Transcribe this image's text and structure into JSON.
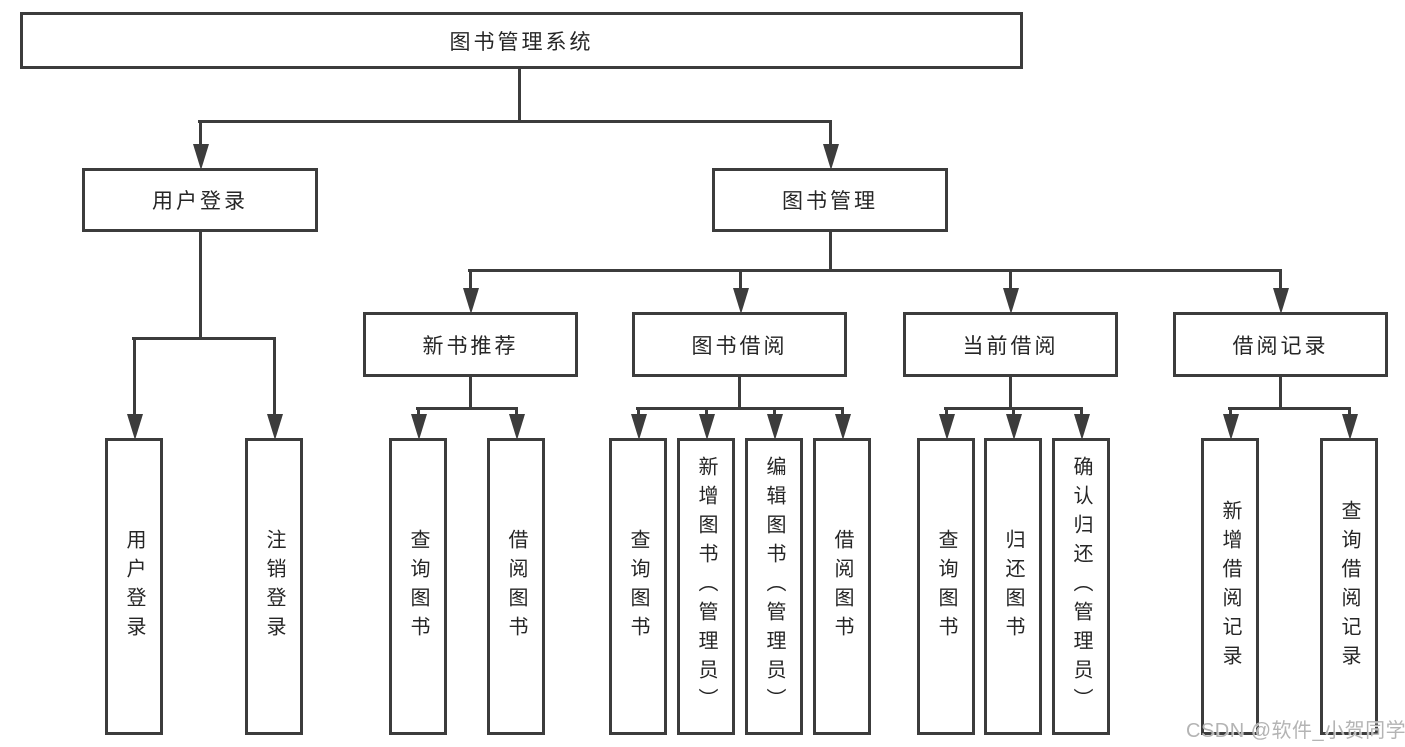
{
  "hierarchy": {
    "root": {
      "label": "图书管理系统"
    },
    "level2": [
      {
        "label": "用户登录",
        "children": [
          "用户登录",
          "注销登录"
        ]
      },
      {
        "label": "图书管理"
      }
    ],
    "level3": [
      {
        "label": "新书推荐",
        "children": [
          "查询图书",
          "借阅图书"
        ]
      },
      {
        "label": "图书借阅",
        "children": [
          "查询图书",
          "新增图书（管理员）",
          "编辑图书（管理员）",
          "借阅图书"
        ]
      },
      {
        "label": "当前借阅",
        "children": [
          "查询图书",
          "归还图书",
          "确认归还（管理员）"
        ]
      },
      {
        "label": "借阅记录",
        "children": [
          "新增借阅记录",
          "查询借阅记录"
        ]
      }
    ]
  },
  "watermark": {
    "text": "CSDN @软件_小贺同学",
    "color": "#b4b4b4"
  },
  "colors": {
    "line": "#3c3c3c",
    "text": "#262626",
    "background": "#ffffff"
  }
}
